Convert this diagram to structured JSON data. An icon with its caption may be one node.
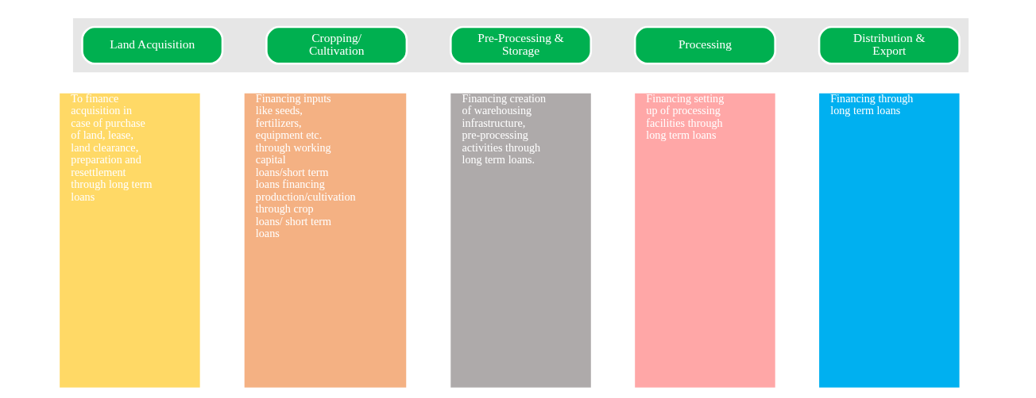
{
  "diagram": {
    "nodes": [
      {
        "text": [],
        "shape": "arrow"
      },
      {
        "text": [
          "Land Acquisition"
        ],
        "in": 0
      },
      {
        "text": [
          "Cropping/ Cultivation"
        ],
        "in": 0
      },
      {
        "text": [
          "Pre-Processing & Storage"
        ],
        "in": 0
      },
      {
        "text": [
          "Processing"
        ],
        "in": 0
      },
      {
        "text": [
          "Distribution & Export"
        ],
        "in": 0
      },
      {
        "text": [
          "To finance acquisition in case of purchase of land, lease, land clearance, preparation and resettlement through long term loans"
        ]
      },
      {
        "text": [
          "Financing inputs like seeds, fertilizers, equipment etc. through working capital loans/short term loans financing production/cultivation through crop loans/ short term loans"
        ]
      },
      {
        "text": [
          "Financing creation of warehousing infrastructure, pre-processing activities through long term loans."
        ]
      },
      {
        "text": [
          "Financing setting up of processing facilities through long term loans"
        ]
      },
      {
        "text": [
          "Financing through long term loans"
        ]
      }
    ],
    "edges": []
  }
}
